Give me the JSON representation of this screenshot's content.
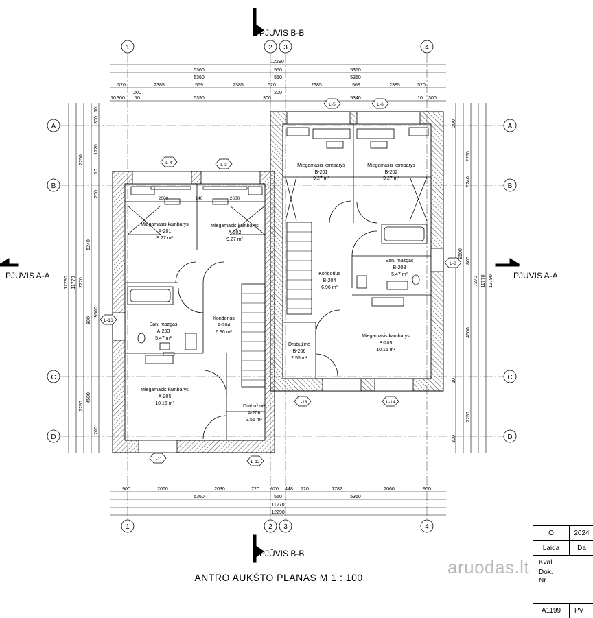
{
  "sections": {
    "bb_top": "PJŪVIS B-B",
    "bb_bottom": "PJŪVIS B-B",
    "aa_left": "PJŪVIS A-A",
    "aa_right": "PJŪVIS A-A"
  },
  "grid": {
    "cols": [
      "1",
      "2",
      "3",
      "4"
    ],
    "rows": [
      "A",
      "B",
      "C",
      "D"
    ]
  },
  "dims_top": {
    "total": "12290",
    "row2": [
      "5360",
      "550",
      "5360"
    ],
    "row3": [
      "520",
      "2385",
      "569",
      "2385",
      "520",
      "2385",
      "569",
      "2385",
      "520"
    ],
    "row4": [
      "200",
      "300",
      "5390",
      "300",
      "5340",
      "300"
    ],
    "small": [
      "10",
      "200",
      "10",
      "10",
      "200",
      "10"
    ]
  },
  "dims_bottom": {
    "row1": [
      "900",
      "2060",
      "2030",
      "720",
      "670",
      "448",
      "720",
      "1782",
      "2060",
      "900"
    ],
    "row2": [
      "5360",
      "550",
      "5360"
    ],
    "row3": "11270",
    "total": "12290"
  },
  "dims_left": [
    "2250",
    "1720",
    "200",
    "10",
    "5240",
    "800",
    "9500",
    "7270",
    "11770",
    "12790",
    "4500",
    "2250",
    "200",
    "10",
    "300"
  ],
  "dims_right": [
    "2250",
    "5240",
    "800",
    "7270",
    "9500",
    "11770",
    "12790",
    "4500",
    "2250",
    "200",
    "10",
    "300"
  ],
  "rooms": [
    {
      "name": "Miegamasis kambarys",
      "code": "A-201",
      "area": "9.27 m²"
    },
    {
      "name": "Miegamasis kambarys",
      "code": "A-202",
      "area": "9.27 m²"
    },
    {
      "name": "San. mazgas",
      "code": "A-203",
      "area": "5.47 m²"
    },
    {
      "name": "Koridorius",
      "code": "A-204",
      "area": "6.96 m²"
    },
    {
      "name": "Miegamasis kambarys",
      "code": "A-205",
      "area": "10.16 m²"
    },
    {
      "name": "Drabužinė",
      "code": "A-206",
      "area": "2.55 m²"
    },
    {
      "name": "Miegamasis kambarys",
      "code": "B-201",
      "area": "9.27 m²"
    },
    {
      "name": "Miegamasis kambarys",
      "code": "B-202",
      "area": "9.27 m²"
    },
    {
      "name": "San. mazgas",
      "code": "B-203",
      "area": "5.47 m²"
    },
    {
      "name": "Koridorius",
      "code": "B-204",
      "area": "6.96 m²"
    },
    {
      "name": "Miegamasis kambarys",
      "code": "B-205",
      "area": "10.16 m²"
    },
    {
      "name": "Drabužinė",
      "code": "B-206",
      "area": "2.55 m²"
    }
  ],
  "window_tags": [
    "L-3",
    "L-4",
    "L-5",
    "L-6",
    "L-8",
    "L-11",
    "L-12",
    "L-13",
    "L-14",
    "L-16"
  ],
  "inner_dims": [
    "2600",
    "140",
    "2600"
  ],
  "plan_title": "ANTRO AUKŠTO PLANAS M 1 : 100",
  "title_block": {
    "o": "O",
    "year": "2024",
    "laida": "Laida",
    "da": "Da",
    "kval": "Kval.",
    "dok": "Dok.",
    "nr": "Nr.",
    "code": "A1199",
    "pv": "PV"
  },
  "watermark": "aruodas.lt"
}
